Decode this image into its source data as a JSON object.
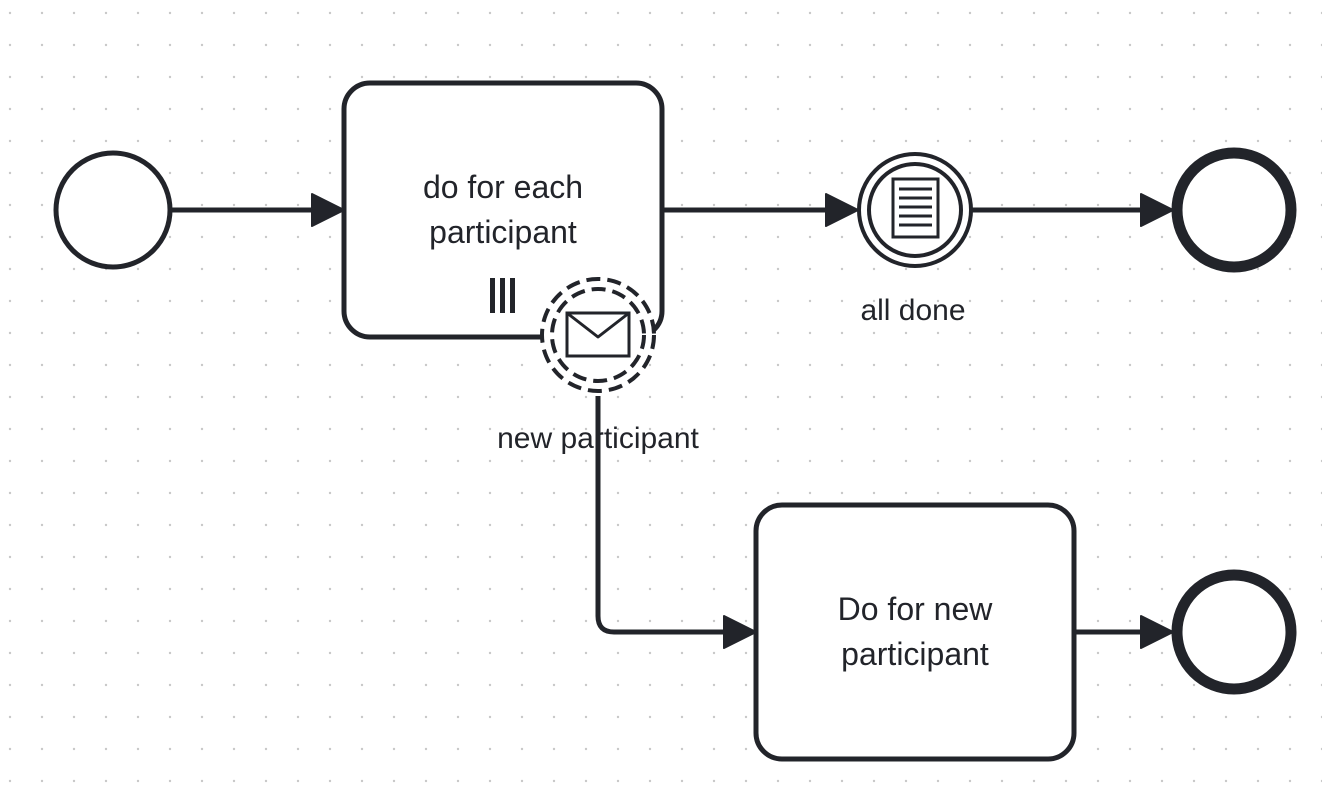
{
  "diagram": {
    "tasks": [
      {
        "id": "task-main",
        "label_lines": [
          "do for each",
          "participant"
        ],
        "marker": "parallel-multi-instance"
      },
      {
        "id": "task-new",
        "label_lines": [
          "Do for new",
          "participant"
        ]
      }
    ],
    "events": {
      "start": {
        "type": "start"
      },
      "intermediate": {
        "type": "intermediate-catch-conditional",
        "label": "all done",
        "icon": "document-icon"
      },
      "boundary": {
        "type": "boundary-message-non-interrupting",
        "label": "new participant",
        "icon": "envelope-icon"
      },
      "end_top": {
        "type": "end"
      },
      "end_bottom": {
        "type": "end"
      }
    },
    "colors": {
      "stroke": "#22242a",
      "grid_dot": "#c8c8c8",
      "background": "#ffffff"
    }
  }
}
